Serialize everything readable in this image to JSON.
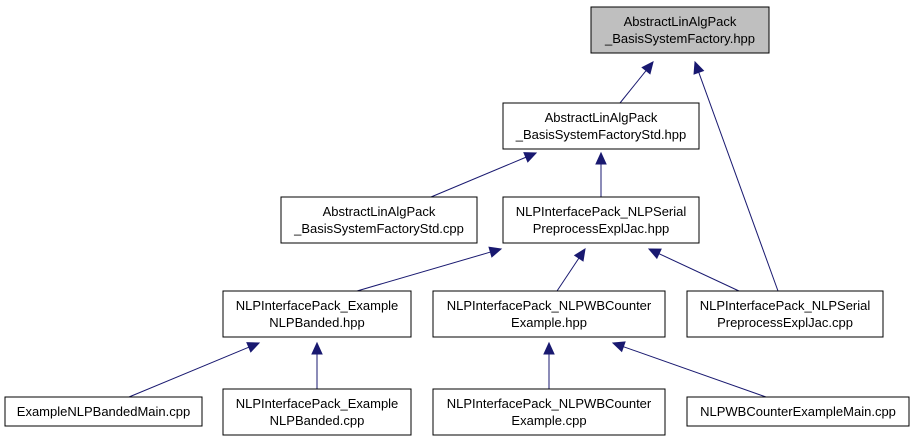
{
  "colors": {
    "edge": "#191970",
    "node_fill": "#ffffff",
    "node_fill_focused": "#bfbfbf",
    "node_border": "#000000"
  },
  "nodes": [
    {
      "id": "basis_system_factory_hpp",
      "lines": [
        "AbstractLinAlgPack",
        "_BasisSystemFactory.hpp"
      ],
      "focused": true
    },
    {
      "id": "basis_system_factory_std_hpp",
      "lines": [
        "AbstractLinAlgPack",
        "_BasisSystemFactoryStd.hpp"
      ]
    },
    {
      "id": "basis_system_factory_std_cpp",
      "lines": [
        "AbstractLinAlgPack",
        "_BasisSystemFactoryStd.cpp"
      ]
    },
    {
      "id": "nlp_serial_preprocess_expl_jac_hpp",
      "lines": [
        "NLPInterfacePack_NLPSerial",
        "PreprocessExplJac.hpp"
      ]
    },
    {
      "id": "example_nlp_banded_hpp",
      "lines": [
        "NLPInterfacePack_Example",
        "NLPBanded.hpp"
      ]
    },
    {
      "id": "nlpwb_counter_example_hpp",
      "lines": [
        "NLPInterfacePack_NLPWBCounter",
        "Example.hpp"
      ]
    },
    {
      "id": "nlp_serial_preprocess_expl_jac_cpp",
      "lines": [
        "NLPInterfacePack_NLPSerial",
        "PreprocessExplJac.cpp"
      ]
    },
    {
      "id": "example_nlp_banded_main_cpp",
      "lines": [
        "ExampleNLPBandedMain.cpp"
      ]
    },
    {
      "id": "example_nlp_banded_cpp",
      "lines": [
        "NLPInterfacePack_Example",
        "NLPBanded.cpp"
      ]
    },
    {
      "id": "nlpwb_counter_example_cpp",
      "lines": [
        "NLPInterfacePack_NLPWBCounter",
        "Example.cpp"
      ]
    },
    {
      "id": "nlpwb_counter_example_main_cpp",
      "lines": [
        "NLPWBCounterExampleMain.cpp"
      ]
    }
  ],
  "edges": [
    {
      "from": "basis_system_factory_std_hpp",
      "to": "basis_system_factory_hpp"
    },
    {
      "from": "nlp_serial_preprocess_expl_jac_cpp",
      "to": "basis_system_factory_hpp"
    },
    {
      "from": "basis_system_factory_std_cpp",
      "to": "basis_system_factory_std_hpp"
    },
    {
      "from": "nlp_serial_preprocess_expl_jac_hpp",
      "to": "basis_system_factory_std_hpp"
    },
    {
      "from": "example_nlp_banded_hpp",
      "to": "nlp_serial_preprocess_expl_jac_hpp"
    },
    {
      "from": "nlpwb_counter_example_hpp",
      "to": "nlp_serial_preprocess_expl_jac_hpp"
    },
    {
      "from": "nlp_serial_preprocess_expl_jac_cpp",
      "to": "nlp_serial_preprocess_expl_jac_hpp"
    },
    {
      "from": "example_nlp_banded_main_cpp",
      "to": "example_nlp_banded_hpp"
    },
    {
      "from": "example_nlp_banded_cpp",
      "to": "example_nlp_banded_hpp"
    },
    {
      "from": "nlpwb_counter_example_cpp",
      "to": "nlpwb_counter_example_hpp"
    },
    {
      "from": "nlpwb_counter_example_main_cpp",
      "to": "nlpwb_counter_example_hpp"
    }
  ]
}
